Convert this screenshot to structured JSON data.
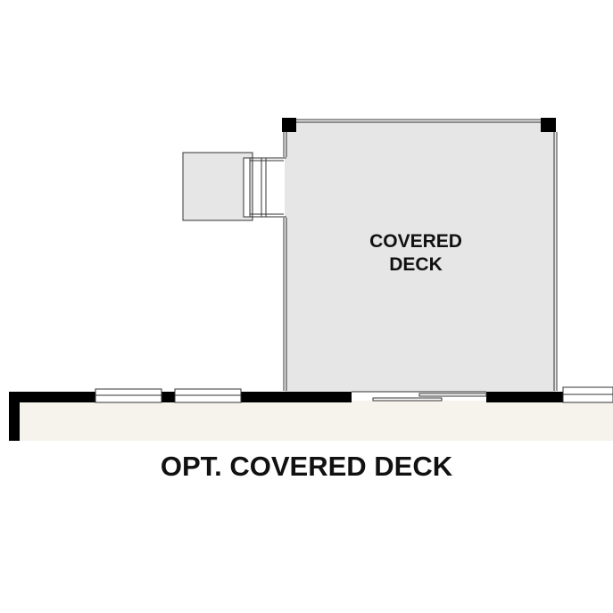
{
  "plan": {
    "room_label_line1": "COVERED",
    "room_label_line2": "DECK",
    "caption": "OPT. COVERED DECK"
  },
  "colors": {
    "deck_fill": "#e6e6e6",
    "floor_fill": "#f6f2ec",
    "wall": "#000000",
    "line": "#333333"
  }
}
